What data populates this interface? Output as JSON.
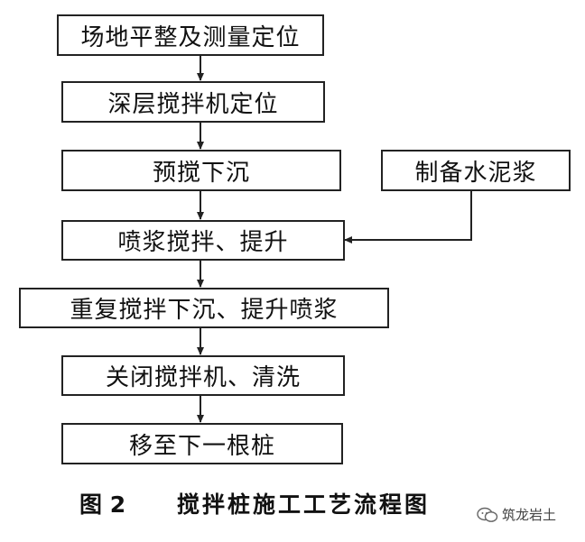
{
  "flowchart": {
    "steps": [
      "场地平整及测量定位",
      "深层搅拌机定位",
      "预搅下沉",
      "喷浆搅拌、提升",
      "重复搅拌下沉、提升喷浆",
      "关闭搅拌机、清洗",
      "移至下一根桩"
    ],
    "side_input": "制备水泥浆"
  },
  "caption": {
    "figure_label": "图 2",
    "title": "搅拌桩施工工艺流程图"
  },
  "watermark": {
    "text": "筑龙岩土"
  }
}
